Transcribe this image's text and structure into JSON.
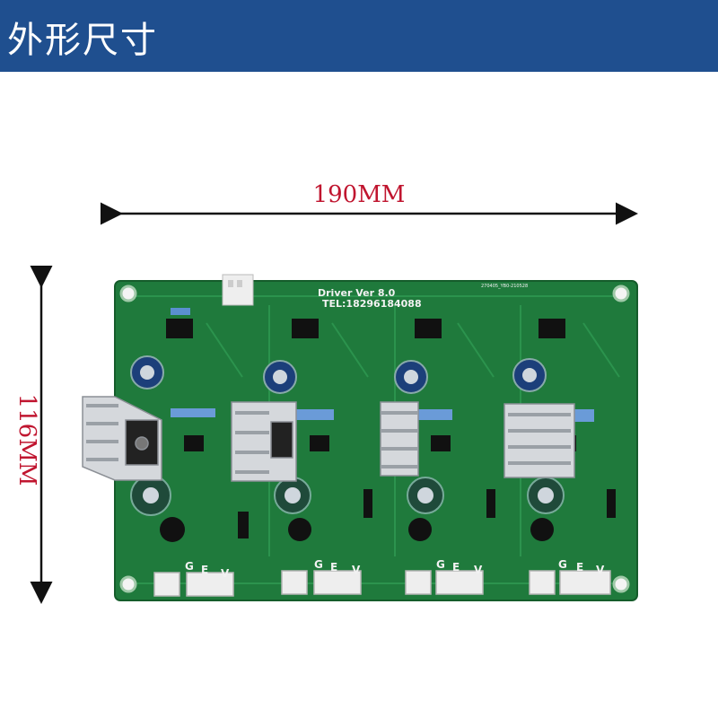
{
  "header": {
    "title": "外形尺寸",
    "background_color": "#1f4f8f"
  },
  "dimensions": {
    "width_label": "190MM",
    "height_label": "116MM",
    "label_color": "#c0152f"
  },
  "board": {
    "silkscreen_title": "Driver Ver 8.0",
    "silkscreen_tel": "TEL:18296184088",
    "silkscreen_code": "270405_YB0-210528",
    "board_color": "#1f7a3c",
    "channels": [
      {
        "pins": [
          "G",
          "E",
          "V"
        ]
      },
      {
        "pins": [
          "G",
          "E",
          "V"
        ]
      },
      {
        "pins": [
          "G",
          "E",
          "V"
        ]
      },
      {
        "pins": [
          "G",
          "E",
          "V"
        ]
      }
    ]
  }
}
